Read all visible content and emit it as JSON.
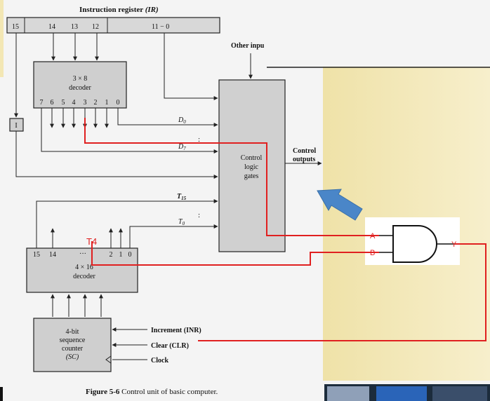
{
  "ir": {
    "title": "Instruction register",
    "title_abbr": "(IR)",
    "bits": [
      "15",
      "14",
      "13",
      "12",
      "11 − 0"
    ]
  },
  "decoder3x8": {
    "name": "3 × 8",
    "sub": "decoder",
    "outputs": [
      "7",
      "6",
      "5",
      "4",
      "3",
      "2",
      "1",
      "0"
    ]
  },
  "flipflop": {
    "label": "I"
  },
  "control": {
    "line1": "Control",
    "line2": "logic",
    "line3": "gates",
    "other_inputs": "Other inpu",
    "outputs_line1": "Control",
    "outputs_line2": "outputs"
  },
  "signals": {
    "d0": "D",
    "d0_sub": "0",
    "d7": "D",
    "d7_sub": "7",
    "t15": "T",
    "t15_sub": "15",
    "t0": "T",
    "t0_sub": "0",
    "dots": ":"
  },
  "decoder4x16": {
    "name": "4 × 16",
    "sub": "decoder",
    "outputs": [
      "15",
      "14",
      "···",
      "2",
      "1",
      "0"
    ]
  },
  "counter": {
    "line1": "4-bit",
    "line2": "sequence",
    "line3": "counter",
    "line4": "(SC)"
  },
  "counter_inputs": {
    "increment": "Increment (INR)",
    "clear": "Clear (CLR)",
    "clock": "Clock"
  },
  "caption": {
    "figure": "Figure 5-6",
    "text": "Control unit of basic computer."
  },
  "annotation": {
    "t4": "T4",
    "gate_a": "A",
    "gate_b": "B",
    "gate_y": "Y"
  },
  "colors": {
    "wire_red": "#e02020",
    "arrow_blue": "#4a86c8",
    "box_fill": "#cfcfcf",
    "panel_yellow": "#f3e7b4"
  }
}
